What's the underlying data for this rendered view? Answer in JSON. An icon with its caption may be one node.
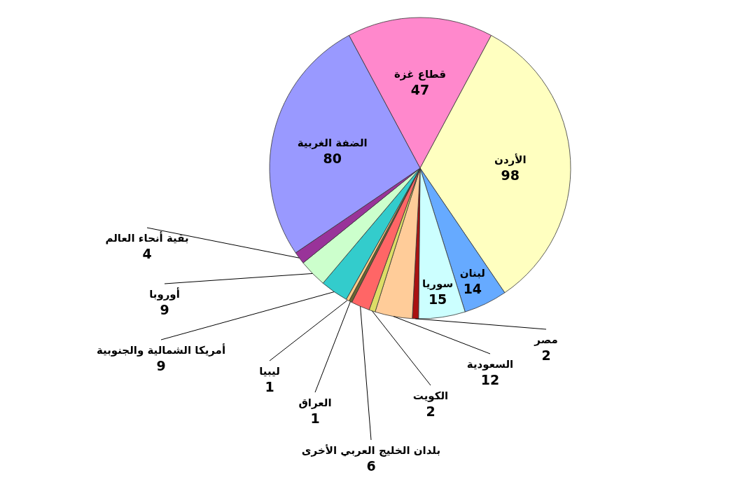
{
  "diagram": {
    "chart_data": {
      "type": "pie",
      "categories": [
        "قطاع غزة",
        "الأردن",
        "لبنان",
        "سوريا",
        "مصر",
        "السعودية",
        "الكويت",
        "بلدان الخليج العربي الأخرى",
        "العراق",
        "ليبيا",
        "أمريكا الشمالية والجنوبية",
        "أوروبا",
        "بقية أنحاء العالم",
        "الضفة الغربية"
      ],
      "values": [
        47,
        98,
        14,
        15,
        2,
        12,
        2,
        6,
        1,
        1,
        9,
        9,
        4,
        80
      ],
      "data_labels": true
    }
  }
}
